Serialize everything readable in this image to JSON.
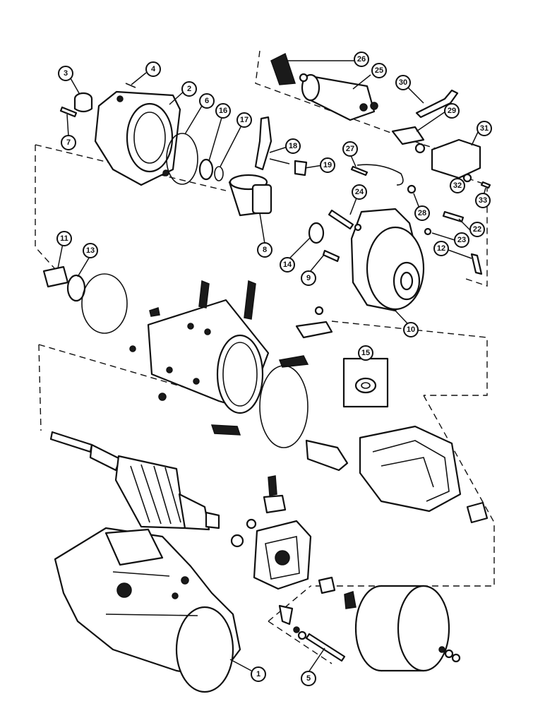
{
  "diagram": {
    "type": "exploded-parts-view",
    "callouts": {
      "c1": "1",
      "c2": "2",
      "c3": "3",
      "c4": "4",
      "c5": "5",
      "c6": "6",
      "c7": "7",
      "c8": "8",
      "c9": "9",
      "c10": "10",
      "c11": "11",
      "c12": "12",
      "c13": "13",
      "c14": "14",
      "c15": "15",
      "c16": "16",
      "c17": "17",
      "c18": "18",
      "c19": "19",
      "c22": "22",
      "c23": "23",
      "c24": "24",
      "c25": "25",
      "c26": "26",
      "c27": "27",
      "c28": "28",
      "c29": "29",
      "c30": "30",
      "c31": "31",
      "c32": "32",
      "c33": "33"
    }
  }
}
